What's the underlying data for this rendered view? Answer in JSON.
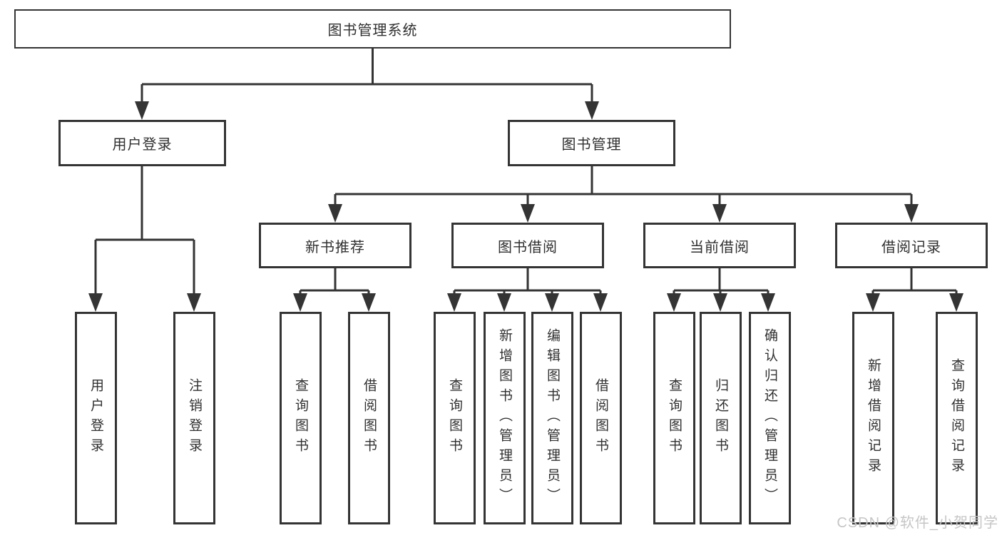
{
  "diagram": {
    "title_node": "图书管理系统",
    "root": {
      "label": "图书管理系统"
    },
    "level2": [
      {
        "id": "user-login",
        "label": "用户登录",
        "children": [
          {
            "label": "用户登录"
          },
          {
            "label": "注销登录"
          }
        ]
      },
      {
        "id": "book-management",
        "label": "图书管理",
        "children": [
          {
            "label": "新书推荐",
            "children": [
              {
                "label": "查询图书"
              },
              {
                "label": "借阅图书"
              }
            ]
          },
          {
            "label": "图书借阅",
            "children": [
              {
                "label": "查询图书"
              },
              {
                "label": "新增图书（管理员）"
              },
              {
                "label": "编辑图书（管理员）"
              },
              {
                "label": "借阅图书"
              }
            ]
          },
          {
            "label": "当前借阅",
            "children": [
              {
                "label": "查询图书"
              },
              {
                "label": "归还图书"
              },
              {
                "label": "确认归还（管理员）"
              }
            ]
          },
          {
            "label": "借阅记录",
            "children": [
              {
                "label": "新增借阅记录"
              },
              {
                "label": "查询借阅记录"
              }
            ]
          }
        ]
      }
    ]
  },
  "watermark": {
    "text": "CSDN @软件_小贺同学"
  },
  "colors": {
    "line": "#343434",
    "box_border": "#343434",
    "box_fill": "#ffffff",
    "text": "#303030",
    "watermark": "#c6c6c6",
    "background": "#ffffff"
  }
}
